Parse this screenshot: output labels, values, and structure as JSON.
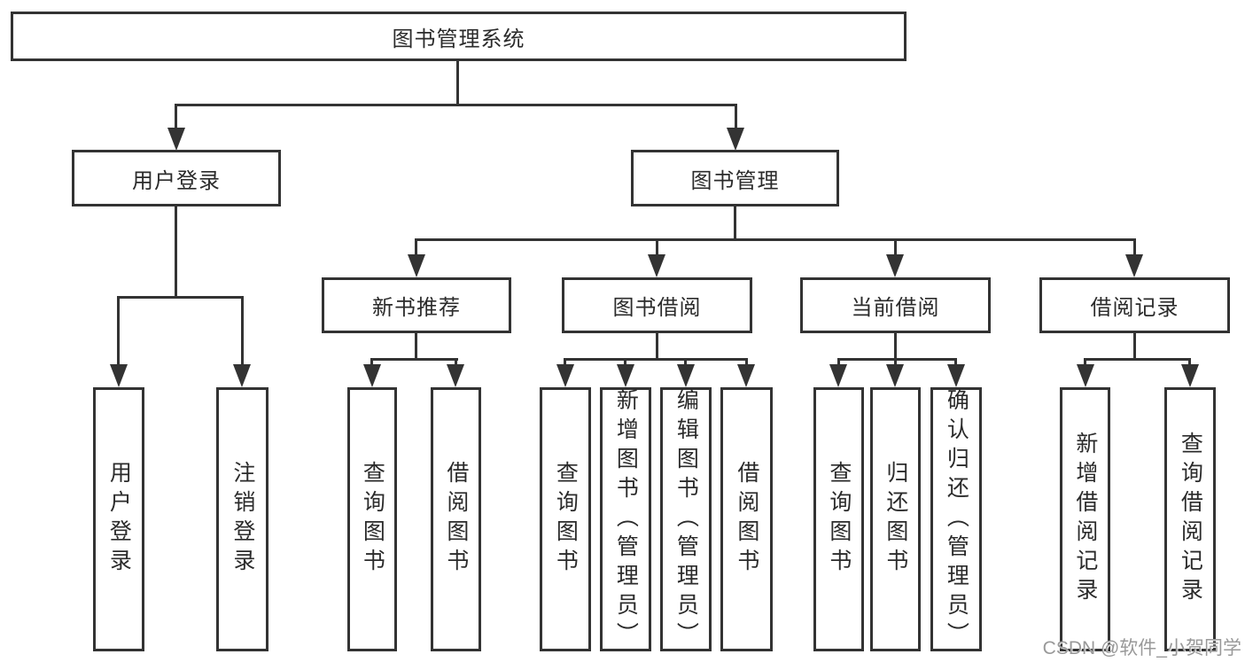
{
  "page": {
    "background": "#ffffff"
  },
  "colors": {
    "line": "#333333",
    "text": "#2b2b2b",
    "watermark": "#999999"
  },
  "watermark": {
    "text": "CSDN @软件_小贺同学"
  },
  "nodes": {
    "root": {
      "id": "library-management-system",
      "label": "图书管理系统"
    },
    "level2": [
      {
        "id": "user-login",
        "label": "用户登录",
        "parent": "library-management-system"
      },
      {
        "id": "book-management",
        "label": "图书管理",
        "parent": "library-management-system"
      }
    ],
    "level3": [
      {
        "id": "new-book-recommend",
        "label": "新书推荐",
        "parent": "book-management"
      },
      {
        "id": "book-borrow",
        "label": "图书借阅",
        "parent": "book-management"
      },
      {
        "id": "current-borrow",
        "label": "当前借阅",
        "parent": "book-management"
      },
      {
        "id": "borrow-records",
        "label": "借阅记录",
        "parent": "book-management"
      }
    ],
    "leaves": [
      {
        "id": "user-login-leaf",
        "label": "用户登录",
        "parent": "user-login"
      },
      {
        "id": "logout-leaf",
        "label": "注销登录",
        "parent": "user-login"
      },
      {
        "id": "nb-query-books",
        "label": "查询图书",
        "parent": "new-book-recommend"
      },
      {
        "id": "nb-borrow-books",
        "label": "借阅图书",
        "parent": "new-book-recommend"
      },
      {
        "id": "bb-query-books",
        "label": "查询图书",
        "parent": "book-borrow"
      },
      {
        "id": "bb-add-books",
        "label": "新增图书（管理员）",
        "parent": "book-borrow"
      },
      {
        "id": "bb-edit-books",
        "label": "编辑图书（管理员）",
        "parent": "book-borrow"
      },
      {
        "id": "bb-borrow-books",
        "label": "借阅图书",
        "parent": "book-borrow"
      },
      {
        "id": "cb-query-books",
        "label": "查询图书",
        "parent": "current-borrow"
      },
      {
        "id": "cb-return-books",
        "label": "归还图书",
        "parent": "current-borrow"
      },
      {
        "id": "cb-confirm-return",
        "label": "确认归还（管理员）",
        "parent": "current-borrow"
      },
      {
        "id": "br-add-record",
        "label": "新增借阅记录",
        "parent": "borrow-records"
      },
      {
        "id": "br-query-record",
        "label": "查询借阅记录",
        "parent": "borrow-records"
      }
    ]
  }
}
